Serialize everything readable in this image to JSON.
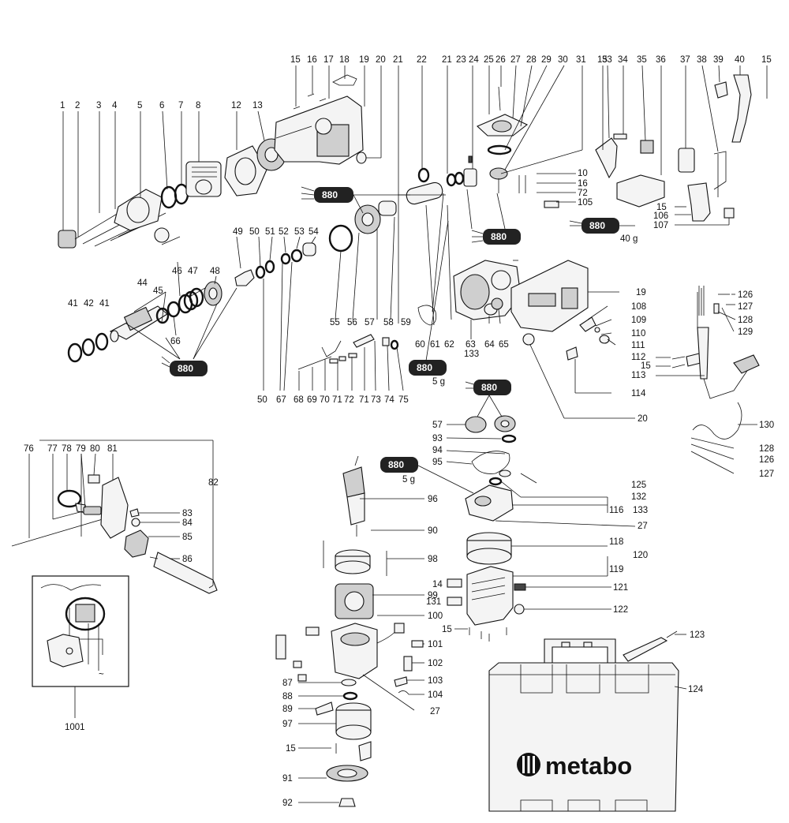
{
  "brand": {
    "logo_text": "metabo"
  },
  "tube_label": "880",
  "tube_weights": {
    "w40": "40 g",
    "w5a": "5 g",
    "w5b": "5 g"
  },
  "part_numbers": {
    "n1": "1",
    "n2": "2",
    "n3": "3",
    "n4": "4",
    "n5": "5",
    "n6": "6",
    "n7": "7",
    "n8": "8",
    "n10": "10",
    "n12": "12",
    "n13": "13",
    "n14": "14",
    "n15": "15",
    "n16": "16",
    "n17": "17",
    "n18": "18",
    "n19": "19",
    "n20": "20",
    "n21": "21",
    "n22": "22",
    "n23": "23",
    "n24": "24",
    "n25": "25",
    "n26": "26",
    "n27": "27",
    "n28": "28",
    "n29": "29",
    "n30": "30",
    "n31": "31",
    "n33": "33",
    "n34": "34",
    "n35": "35",
    "n36": "36",
    "n37": "37",
    "n38": "38",
    "n39": "39",
    "n40": "40",
    "n41": "41",
    "n42": "42",
    "n44": "44",
    "n45": "45",
    "n46": "46",
    "n47": "47",
    "n48": "48",
    "n49": "49",
    "n50": "50",
    "n51": "51",
    "n52": "52",
    "n53": "53",
    "n54": "54",
    "n55": "55",
    "n56": "56",
    "n57": "57",
    "n58": "58",
    "n59": "59",
    "n60": "60",
    "n61": "61",
    "n62": "62",
    "n63": "63",
    "n64": "64",
    "n65": "65",
    "n66": "66",
    "n67": "67",
    "n68": "68",
    "n69": "69",
    "n70": "70",
    "n71": "71",
    "n72": "72",
    "n73": "73",
    "n74": "74",
    "n75": "75",
    "n76": "76",
    "n77": "77",
    "n78": "78",
    "n79": "79",
    "n80": "80",
    "n81": "81",
    "n82": "82",
    "n83": "83",
    "n84": "84",
    "n85": "85",
    "n86": "86",
    "n87": "87",
    "n88": "88",
    "n89": "89",
    "n90": "90",
    "n91": "91",
    "n92": "92",
    "n93": "93",
    "n94": "94",
    "n95": "95",
    "n96": "96",
    "n97": "97",
    "n98": "98",
    "n99": "99",
    "n100": "100",
    "n101": "101",
    "n102": "102",
    "n103": "103",
    "n104": "104",
    "n105": "105",
    "n106": "106",
    "n107": "107",
    "n108": "108",
    "n109": "109",
    "n110": "110",
    "n111": "111",
    "n112": "112",
    "n113": "113",
    "n114": "114",
    "n116": "116",
    "n118": "118",
    "n119": "119",
    "n120": "120",
    "n121": "121",
    "n122": "122",
    "n123": "123",
    "n124": "124",
    "n125": "125",
    "n126": "126",
    "n127": "127",
    "n128": "128",
    "n129": "129",
    "n130": "130",
    "n131": "131",
    "n132": "132",
    "n133": "133",
    "n1001": "1001"
  }
}
